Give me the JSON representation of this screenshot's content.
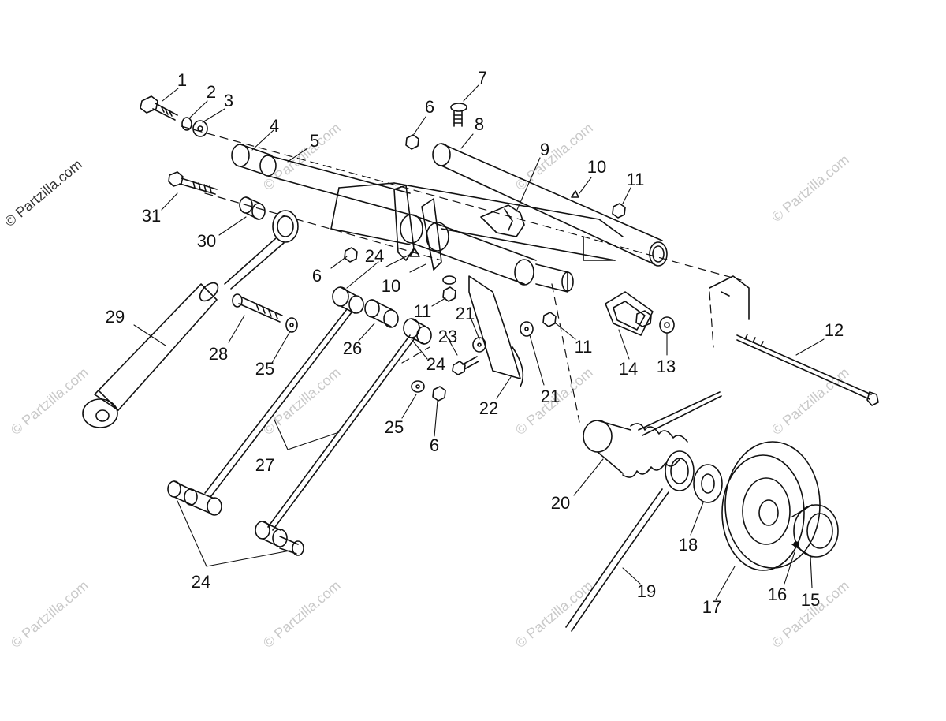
{
  "copyright": "© Partzilla.com",
  "watermark_text": "© Partzilla.com",
  "callouts": {
    "c1": "1",
    "c2": "2",
    "c3": "3",
    "c4": "4",
    "c5": "5",
    "c6a": "6",
    "c6b": "6",
    "c6c": "6",
    "c7": "7",
    "c8": "8",
    "c9": "9",
    "c10a": "10",
    "c10b": "10",
    "c11a": "11",
    "c11b": "11",
    "c11c": "11",
    "c12": "12",
    "c13": "13",
    "c14": "14",
    "c15": "15",
    "c16": "16",
    "c17": "17",
    "c18": "18",
    "c19": "19",
    "c20": "20",
    "c21a": "21",
    "c21b": "21",
    "c22": "22",
    "c23": "23",
    "c24a": "24",
    "c24b": "24",
    "c24c": "24",
    "c25a": "25",
    "c25b": "25",
    "c26": "26",
    "c27": "27",
    "c28": "28",
    "c29": "29",
    "c30": "30",
    "c31": "31"
  },
  "colors": {
    "ink": "#111111",
    "watermark": "#c9c9c9",
    "background": "#ffffff"
  }
}
